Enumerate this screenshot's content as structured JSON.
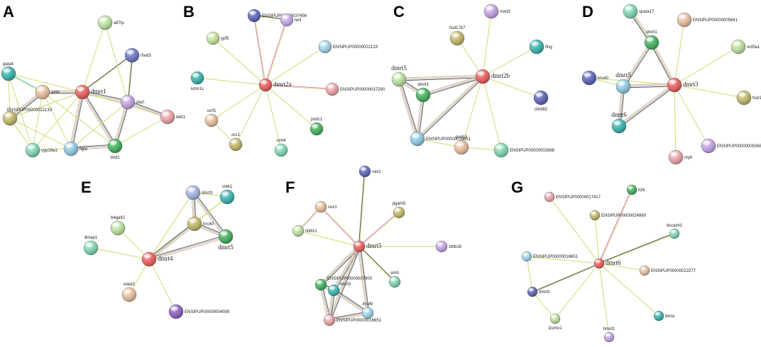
{
  "figure": {
    "panels": [
      {
        "letter": "A",
        "center": "dmrt1",
        "nodes": [
          {
            "id": "atf7ip",
            "label": "atf7ip",
            "color": "#bfe3a0"
          },
          {
            "id": "rfwd3",
            "label": "rfwd3",
            "color": "#6a75c6"
          },
          {
            "id": "gata4",
            "label": "gata4",
            "color": "#35b5b0"
          },
          {
            "id": "amh",
            "label": "amh",
            "color": "#ebbf9e"
          },
          {
            "id": "dmrt1",
            "label": "dmrt1",
            "color": "#ef5a5a"
          },
          {
            "id": "dazl",
            "label": "dazl",
            "color": "#c5a3e6"
          },
          {
            "id": "ensip22133",
            "label": "ENSIPUP00000022133",
            "color": "#c3b865"
          },
          {
            "id": "tekt1",
            "label": "tekt1",
            "color": "#eda4aa"
          },
          {
            "id": "cyp19a1",
            "label": "cyp19a1",
            "color": "#7ed8b2"
          },
          {
            "id": "figla",
            "label": "figla",
            "color": "#8fcbe8"
          },
          {
            "id": "dnd1",
            "label": "dnd1",
            "color": "#3fb25a"
          }
        ]
      },
      {
        "letter": "B",
        "center": "dmrt2a",
        "nodes": [
          {
            "id": "ensip3xx56",
            "label": "ENSIPUP0000003?456",
            "color": "#5863b8"
          },
          {
            "id": "tw3",
            "label": "tw3",
            "color": "#c9a8eb"
          },
          {
            "id": "ypf5",
            "label": "ypf5",
            "color": "#c7e49c"
          },
          {
            "id": "ensip22133b",
            "label": "ENSIPUP00000022133",
            "color": "#9fd4ea"
          },
          {
            "id": "kdm1s",
            "label": "kdm1s",
            "color": "#30b2a8"
          },
          {
            "id": "dmrt2a",
            "label": "dmrt2a",
            "color": "#ef5a5a"
          },
          {
            "id": "ensip37290",
            "label": "ENSIPUP00000037290",
            "color": "#eea4ab"
          },
          {
            "id": "ssrf1",
            "label": "ssrf1",
            "color": "#ebbf9e"
          },
          {
            "id": "orc1",
            "label": "orc1",
            "color": "#c3b865"
          },
          {
            "id": "pxdc1",
            "label": "pxdc1",
            "color": "#3fb25a"
          },
          {
            "id": "smt4",
            "label": "smt4",
            "color": "#7ed8b2"
          }
        ]
      },
      {
        "letter": "C",
        "center": "dmrt2b",
        "nodes": [
          {
            "id": "mxd3",
            "label": "mxd3",
            "color": "#c5a3e6"
          },
          {
            "id": "hsd17b7",
            "label": "hsd17b7",
            "color": "#c3b865"
          },
          {
            "id": "ifng",
            "label": "ifng",
            "color": "#35b5b0"
          },
          {
            "id": "dmrt5c",
            "label": "dmrt5",
            "color": "#bfe3a0"
          },
          {
            "id": "dmrt2b",
            "label": "dmrt2b",
            "color": "#ef5a5a"
          },
          {
            "id": "dmrt3c",
            "label": "dmrt3",
            "color": "#3fb25a"
          },
          {
            "id": "chrd82",
            "label": "chrd82",
            "color": "#5863b8"
          },
          {
            "id": "ensip16651",
            "label": "ENSIPUP00000016651",
            "color": "#8fcbe8"
          },
          {
            "id": "pxdc1c",
            "label": "pxdc1",
            "color": "#ebbf9e"
          },
          {
            "id": "ensip2688",
            "label": "ENSIPUP00000002688",
            "color": "#7ed8b2"
          }
        ]
      },
      {
        "letter": "D",
        "center": "dmrt3",
        "nodes": [
          {
            "id": "spata17",
            "label": "spata17",
            "color": "#7ed8b2"
          },
          {
            "id": "ensip5641",
            "label": "ENSIPUP00000005641",
            "color": "#ebbf9e"
          },
          {
            "id": "dmrt1d",
            "label": "dmrt1",
            "color": "#3fb25a"
          },
          {
            "id": "srd5a1",
            "label": "srd5a1",
            "color": "#bfe3a0"
          },
          {
            "id": "lrrc40",
            "label": "lrrc40",
            "color": "#5863b8"
          },
          {
            "id": "dmrt5d",
            "label": "dmrt5",
            "color": "#8fcbe8"
          },
          {
            "id": "dmrt3",
            "label": "dmrt3",
            "color": "#ef5a5a"
          },
          {
            "id": "foxl1",
            "label": "foxl1",
            "color": "#c3b865"
          },
          {
            "id": "dmrt6d",
            "label": "dmrt6",
            "color": "#35b5b0"
          },
          {
            "id": "myb",
            "label": "myb",
            "color": "#eea4ab"
          },
          {
            "id": "ensip5368",
            "label": "ENSIPUP00000005368",
            "color": "#c5a3e6"
          }
        ]
      },
      {
        "letter": "E",
        "center": "dmrt4",
        "nodes": [
          {
            "id": "dmrt3e",
            "label": "dmrt3",
            "color": "#9fb5e6"
          },
          {
            "id": "srek1",
            "label": "srek1",
            "color": "#35b5b0"
          },
          {
            "id": "b4galt2",
            "label": "b4galt2",
            "color": "#bfe3a0"
          },
          {
            "id": "lrrc40e",
            "label": "lrrc40",
            "color": "#c3b865"
          },
          {
            "id": "dmrt5e",
            "label": "dmrt5",
            "color": "#3fb25a"
          },
          {
            "id": "dmap1",
            "label": "dmap1",
            "color": "#7ed8b2"
          },
          {
            "id": "dmrt4",
            "label": "dmrt4",
            "color": "#ef5a5a"
          },
          {
            "id": "elavl2",
            "label": "elavl2",
            "color": "#ebbf9e"
          },
          {
            "id": "ensip4099",
            "label": "ENSIPUP00000004099",
            "color": "#8a5dc0"
          }
        ]
      },
      {
        "letter": "F",
        "center": "dmrt5",
        "nodes": [
          {
            "id": "vax1",
            "label": "vax1",
            "color": "#5863b8"
          },
          {
            "id": "sox1",
            "label": "sox1",
            "color": "#ebbf9e"
          },
          {
            "id": "pgam5",
            "label": "pgam5",
            "color": "#c3b865"
          },
          {
            "id": "nmx1",
            "label": "NMX1",
            "color": "#bfe3a0"
          },
          {
            "id": "dmrt5",
            "label": "dmrt5",
            "color": "#ef5a5a"
          },
          {
            "id": "zbtb18",
            "label": "zbtb18",
            "color": "#c5a3e6"
          },
          {
            "id": "ensip7900",
            "label": "ENSIPUP00000007900",
            "color": "#3fb25a"
          },
          {
            "id": "dmrt3f",
            "label": "dmrt3",
            "color": "#35b5b0"
          },
          {
            "id": "amhf",
            "label": "amh",
            "color": "#7ed8b2"
          },
          {
            "id": "lrrc40f",
            "label": "lrrc40",
            "color": "#9fd4ea"
          },
          {
            "id": "ensip16651f",
            "label": "ENSIPUP00000016651",
            "color": "#eea4ab"
          }
        ]
      },
      {
        "letter": "G",
        "center": "dmrt6",
        "nodes": [
          {
            "id": "ensip17417",
            "label": "ENSIPUP00000017417",
            "color": "#eea4ab"
          },
          {
            "id": "il16",
            "label": "il16",
            "color": "#3fb25a"
          },
          {
            "id": "ensip24980",
            "label": "ENSIPUP00000024980",
            "color": "#c3b865"
          },
          {
            "id": "dscaml1",
            "label": "dscaml1",
            "color": "#7ed8b2"
          },
          {
            "id": "ensip16651g",
            "label": "ENSIPUP00000016651",
            "color": "#9fd4ea"
          },
          {
            "id": "dmrt6",
            "label": "dmrt6",
            "color": "#ef5a5a"
          },
          {
            "id": "ensip22277",
            "label": "ENSIPUP00000022277",
            "color": "#ebbf9e"
          },
          {
            "id": "dmrt3g",
            "label": "dmrt3",
            "color": "#5863b8"
          },
          {
            "id": "izumo1",
            "label": "izumo1",
            "color": "#bfe3a0"
          },
          {
            "id": "bicra",
            "label": "bicra",
            "color": "#35b5b0"
          },
          {
            "id": "hmot1",
            "label": "hmot1",
            "color": "#c5a3e6"
          }
        ]
      }
    ]
  }
}
